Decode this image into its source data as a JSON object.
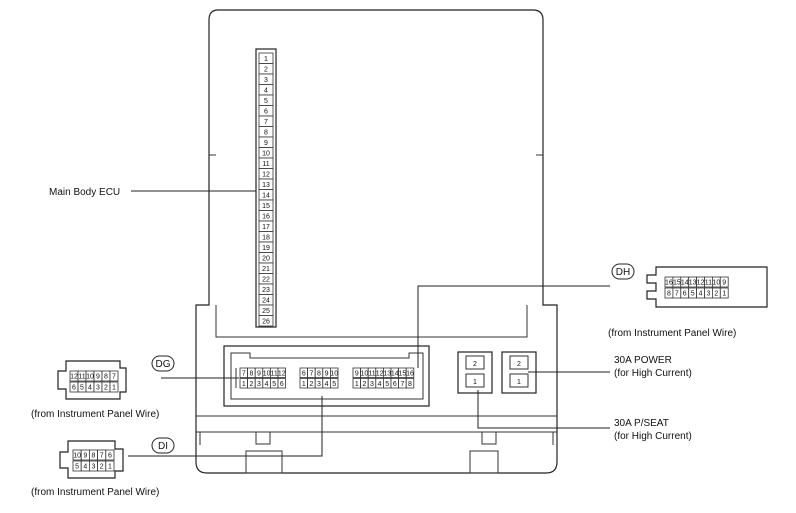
{
  "labels": {
    "ecu": "Main Body ECU",
    "power_fuse": "30A POWER",
    "power_fuse_sub": "(for High Current)",
    "seat_fuse": "30A P/SEAT",
    "seat_fuse_sub": "(for High Current)",
    "from_ip_dh": "(from Instrument Panel Wire)",
    "from_ip_dg": "(from Instrument Panel Wire)",
    "from_ip_di": "(from Instrument Panel Wire)"
  },
  "connectors": {
    "dh": {
      "tag": "DH",
      "top": [
        "16",
        "15",
        "14",
        "13",
        "12",
        "11",
        "10",
        "9"
      ],
      "bottom": [
        "8",
        "7",
        "6",
        "5",
        "4",
        "3",
        "2",
        "1"
      ]
    },
    "dg": {
      "tag": "DG",
      "top": [
        "12",
        "11",
        "10",
        "9",
        "8",
        "7"
      ],
      "bottom": [
        "6",
        "5",
        "4",
        "3",
        "2",
        "1"
      ]
    },
    "di": {
      "tag": "DI",
      "top": [
        "10",
        "9",
        "8",
        "7",
        "6"
      ],
      "bottom": [
        "5",
        "4",
        "3",
        "2",
        "1"
      ]
    }
  },
  "ecu_pins": [
    "1",
    "2",
    "3",
    "4",
    "5",
    "6",
    "7",
    "8",
    "9",
    "10",
    "11",
    "12",
    "13",
    "14",
    "15",
    "16",
    "17",
    "18",
    "19",
    "20",
    "21",
    "22",
    "23",
    "24",
    "25",
    "26"
  ],
  "sockets": {
    "dg": {
      "top": [
        "7",
        "8",
        "9",
        "10",
        "11",
        "12"
      ],
      "bottom": [
        "1",
        "2",
        "3",
        "4",
        "5",
        "6"
      ]
    },
    "di": {
      "top": [
        "6",
        "7",
        "8",
        "9",
        "10"
      ],
      "bottom": [
        "1",
        "2",
        "3",
        "4",
        "5"
      ]
    },
    "dh": {
      "top": [
        "9",
        "10",
        "11",
        "12",
        "13",
        "14",
        "15",
        "16"
      ],
      "bottom": [
        "1",
        "2",
        "3",
        "4",
        "5",
        "6",
        "7",
        "8"
      ]
    }
  },
  "fuses": {
    "seat": {
      "top": "2",
      "bottom": "1"
    },
    "power": {
      "top": "2",
      "bottom": "1"
    }
  }
}
